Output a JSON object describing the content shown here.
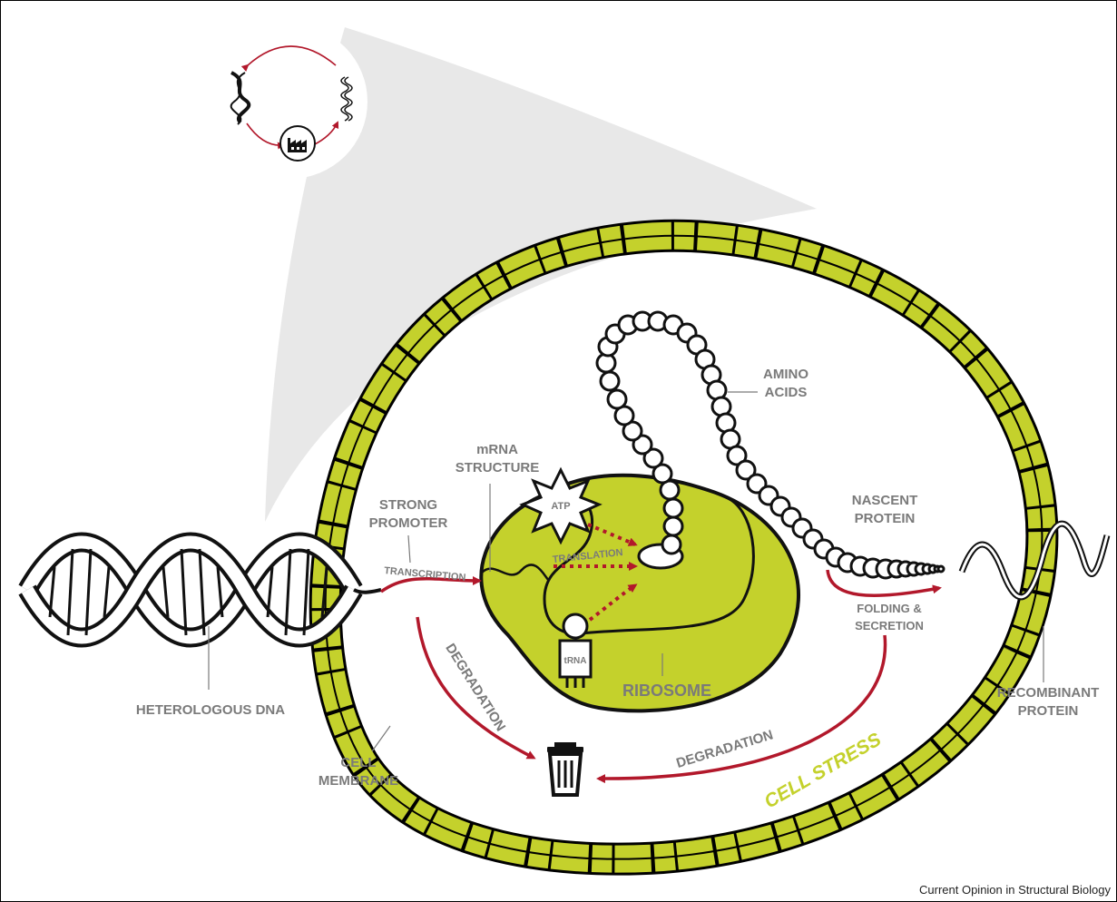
{
  "labels": {
    "heterologous_dna": "HETEROLOGOUS DNA",
    "strong": "STRONG",
    "promoter": "PROMOTER",
    "transcription": "TRANSCRIPTION",
    "mrna": "mRNA",
    "structure": "STRUCTURE",
    "atp": "ATP",
    "translation": "TRANSLATION",
    "trna": "tRNA",
    "amino": "AMINO",
    "acids": "ACIDS",
    "nascent": "NASCENT",
    "protein": "PROTEIN",
    "folding": "FOLDING &",
    "secretion": "SECRETION",
    "recombinant": "RECOMBINANT",
    "recombinant_protein": "PROTEIN",
    "ribosome": "RIBOSOME",
    "degradation_left": "DEGRADATION",
    "degradation_right": "DEGRADATION",
    "cell": "CELL",
    "membrane": "MEMBRANE",
    "cell_stress": "CELL STRESS"
  },
  "credit": "Current Opinion in Structural Biology",
  "colors": {
    "membrane": "#c4d12c",
    "ribosome": "#c4d12c",
    "arrow": "#b2182b",
    "label": "#7a7a7a",
    "zoom_cone": "#e8e8e8"
  },
  "icons": [
    "dna-icon",
    "mrna-icon",
    "factory-icon",
    "trash-icon",
    "atp-burst-icon",
    "trna-icon"
  ]
}
